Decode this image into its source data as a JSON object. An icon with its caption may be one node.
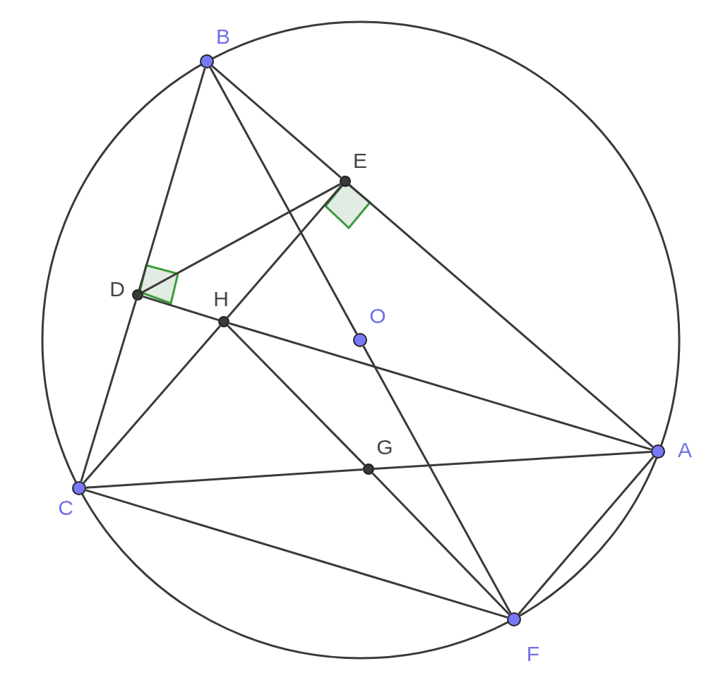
{
  "diagram": {
    "nodes": [
      {
        "text": [],
        "shape": "circle",
        "beside": [
          "B"
        ]
      },
      {
        "text": [],
        "shape": "circle",
        "beside": [
          "E"
        ]
      },
      {
        "text": [],
        "shape": "circle",
        "beside": [
          "D"
        ]
      },
      {
        "text": [],
        "shape": "circle",
        "beside": [
          "H"
        ]
      },
      {
        "text": [],
        "shape": "circle",
        "beside": [
          "O"
        ]
      },
      {
        "text": [],
        "shape": "circle",
        "beside": [
          "A"
        ]
      },
      {
        "text": [],
        "shape": "circle",
        "beside": [
          "G"
        ]
      },
      {
        "text": [],
        "shape": "circle",
        "beside": [
          "C"
        ]
      },
      {
        "text": [],
        "shape": "circle",
        "beside": [
          "F"
        ]
      }
    ],
    "edges": [
      {
        "from": 0,
        "to": 2,
        "arrow": "none"
      },
      {
        "from": 2,
        "to": 7,
        "arrow": "none"
      },
      {
        "from": 0,
        "to": 1,
        "arrow": "none"
      },
      {
        "from": 1,
        "to": 5,
        "arrow": "none"
      },
      {
        "from": 0,
        "to": 4,
        "arrow": "none"
      },
      {
        "from": 4,
        "to": 8,
        "arrow": "none"
      },
      {
        "from": 2,
        "to": 1,
        "arrow": "none"
      },
      {
        "from": 1,
        "to": 3,
        "arrow": "none"
      },
      {
        "from": 3,
        "to": 7,
        "arrow": "none"
      },
      {
        "from": 2,
        "to": 3,
        "arrow": "none"
      },
      {
        "from": 3,
        "to": 5,
        "arrow": "none"
      },
      {
        "from": 3,
        "to": 6,
        "arrow": "none"
      },
      {
        "from": 6,
        "to": 8,
        "arrow": "none"
      },
      {
        "from": 7,
        "to": 6,
        "arrow": "none"
      },
      {
        "from": 6,
        "to": 5,
        "arrow": "none"
      },
      {
        "from": 7,
        "to": 8,
        "arrow": "none"
      },
      {
        "from": 5,
        "to": 8,
        "arrow": "none"
      }
    ]
  }
}
